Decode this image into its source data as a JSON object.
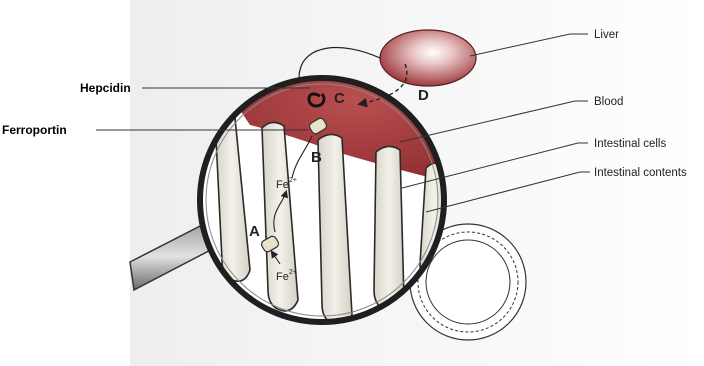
{
  "labels": {
    "liver": "Liver",
    "blood": "Blood",
    "intestinal_cells": "Intestinal cells",
    "intestinal_contents": "Intestinal contents",
    "hepcidin": "Hepcidin",
    "ferroportin": "Ferroportin"
  },
  "markers": {
    "a": "A",
    "b": "B",
    "c": "C",
    "d": "D"
  },
  "ions": {
    "upper_base": "Fe",
    "upper_sup": "2+",
    "lower_base": "Fe",
    "lower_sup": "2+"
  },
  "colors": {
    "liver": "#9e3b3f",
    "blood": "#a43a3c",
    "villus_fill": "#e9e6dc",
    "lens_rim": "#1f1f1f",
    "handle": "#707070"
  }
}
